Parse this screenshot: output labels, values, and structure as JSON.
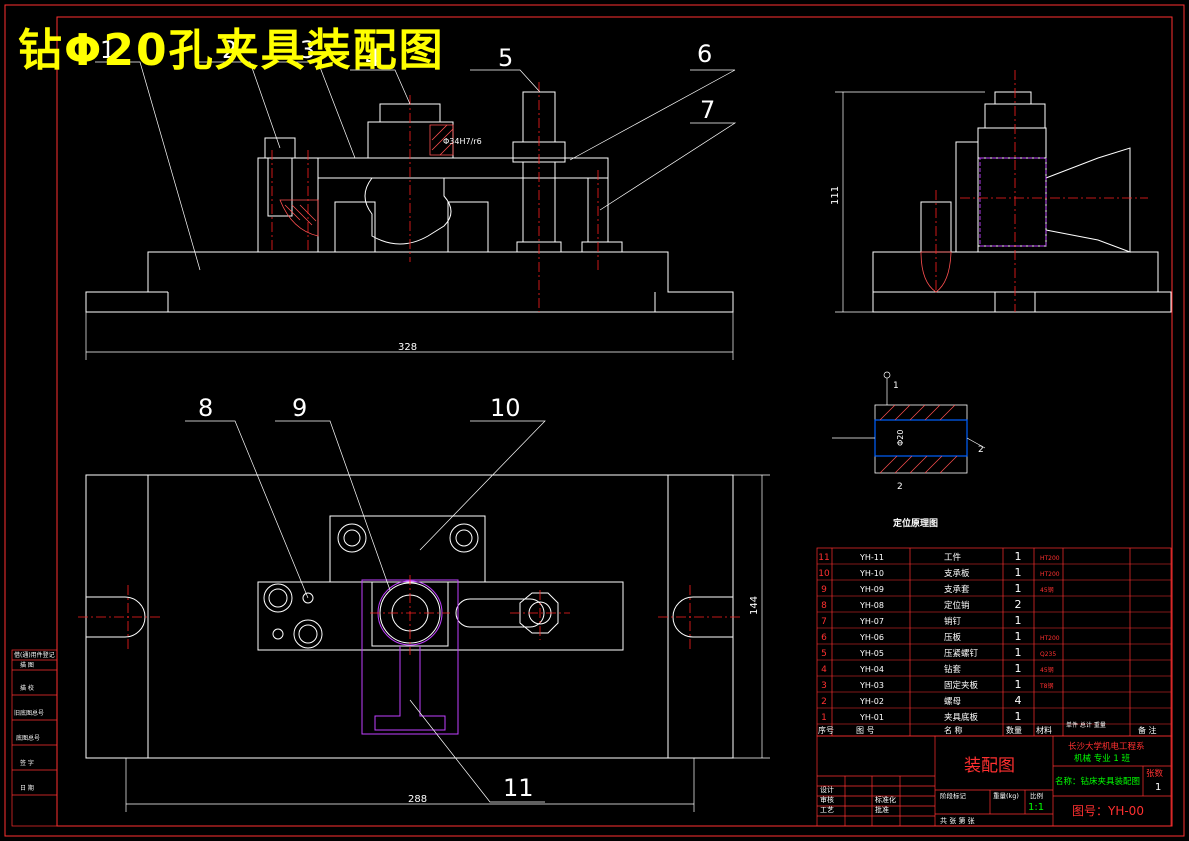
{
  "title": "钻Φ20孔夹具装配图",
  "balloons": [
    "1",
    "2",
    "3",
    "4",
    "5",
    "6",
    "7",
    "8",
    "9",
    "10",
    "11"
  ],
  "dimensions": {
    "front_width": "328",
    "side_height": "111",
    "plan_height": "144",
    "plan_width": "288",
    "fit_note": "Φ34H7/r6",
    "dia_note": "Φ20"
  },
  "locating_diagram": {
    "label": "定位原理图",
    "marks": [
      "1",
      "2",
      "2"
    ]
  },
  "bom": {
    "rows": [
      {
        "no": "11",
        "code": "YH-11",
        "name": "工件",
        "qty": "1",
        "material": "HT200"
      },
      {
        "no": "10",
        "code": "YH-10",
        "name": "支承板",
        "qty": "1",
        "material": "HT200"
      },
      {
        "no": "9",
        "code": "YH-09",
        "name": "支承套",
        "qty": "1",
        "material": "45钢"
      },
      {
        "no": "8",
        "code": "YH-08",
        "name": "定位销",
        "qty": "2",
        "material": ""
      },
      {
        "no": "7",
        "code": "YH-07",
        "name": "销钉",
        "qty": "1",
        "material": ""
      },
      {
        "no": "6",
        "code": "YH-06",
        "name": "压板",
        "qty": "1",
        "material": "HT200"
      },
      {
        "no": "5",
        "code": "YH-05",
        "name": "压紧螺钉",
        "qty": "1",
        "material": "Q235"
      },
      {
        "no": "4",
        "code": "YH-04",
        "name": "钻套",
        "qty": "1",
        "material": "45钢"
      },
      {
        "no": "3",
        "code": "YH-03",
        "name": "固定夹板",
        "qty": "1",
        "material": "T8钢"
      },
      {
        "no": "2",
        "code": "YH-02",
        "name": "螺母",
        "qty": "4",
        "material": ""
      },
      {
        "no": "1",
        "code": "YH-01",
        "name": "夹具底板",
        "qty": "1",
        "material": ""
      }
    ],
    "header": {
      "no": "序号",
      "code": "图  号",
      "name": "名  称",
      "qty": "数量",
      "material": "材料",
      "weight": "单件 总计 重量",
      "remark": "备 注"
    }
  },
  "title_block": {
    "drawing_name": "装配图",
    "school": "长沙大学机电工程系",
    "major": "机械 专业 1 班",
    "sheet_label": "张数",
    "sheet_count": "1",
    "part_name": "名称：钻床夹具装配图",
    "scale": "1:1",
    "drawing_no": "图号：YH-00",
    "rows_left": [
      "设计",
      "审核",
      "工艺",
      "标准化",
      "批准"
    ],
    "stage_labels": [
      "阶段标记",
      "重量(kg)",
      "比例"
    ],
    "sheet_info": "共   张   第   张"
  },
  "left_strip": [
    "借(通)用件登记",
    "描  图",
    "描  校",
    "旧底图总号",
    "底图总号",
    "签  字",
    "日  期"
  ]
}
